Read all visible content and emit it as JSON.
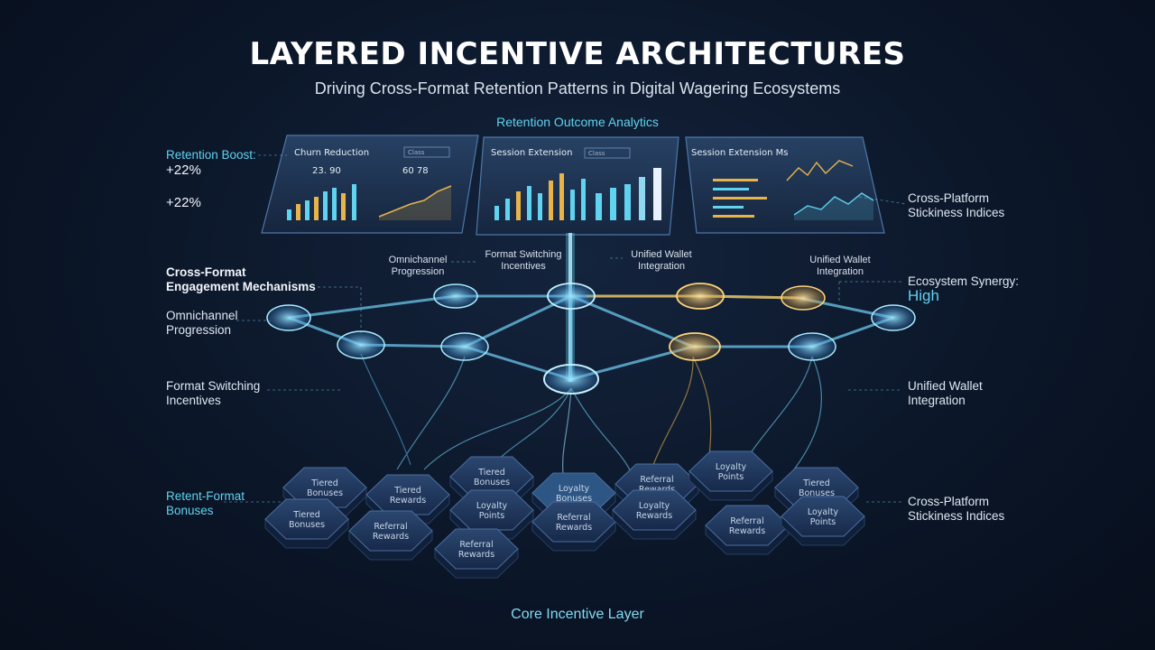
{
  "header": {
    "title": "LAYERED INCENTIVE ARCHITECTURES",
    "subtitle": "Driving Cross-Format Retention Patterns in Digital Wagering Ecosystems"
  },
  "analytics": {
    "title": "Retention Outcome Analytics",
    "panels": [
      {
        "title": "Churn Reduction",
        "button": "Class",
        "stats": [
          "23. 90",
          "60 78"
        ]
      },
      {
        "title": "Session Extension",
        "button": "Class"
      },
      {
        "title": "Session Extension Ms"
      }
    ]
  },
  "left": {
    "retention_boost_label": "Retention Boost:",
    "retention_boost_value": "+22%",
    "secondary_value": "+22%",
    "cross_format_line1": "Cross-Format",
    "cross_format_line2": "Engagement Mechanisms",
    "omnichannel_line1": "Omnichannel",
    "omnichannel_line2": "Progression",
    "format_switching_line1": "Format Switching",
    "format_switching_line2": "Incentives",
    "retent_format_line1": "Retent-Format",
    "retent_format_line2": "Bonuses"
  },
  "right": {
    "stickiness_top_line1": "Cross-Platform",
    "stickiness_top_line2": "Stickiness Indices",
    "synergy_label": "Ecosystem Synergy:",
    "synergy_value": "High",
    "wallet_line1": "Unified Wallet",
    "wallet_line2": "Integration",
    "stickiness_bottom_line1": "Cross-Platform",
    "stickiness_bottom_line2": "Stickiness Indices"
  },
  "network_labels": {
    "omni_line1": "Omnichannel",
    "omni_line2": "Progression",
    "switch_line1": "Format Switching",
    "switch_line2": "Incentives",
    "wallet1_line1": "Unified Wallet",
    "wallet1_line2": "Integration",
    "wallet2_line1": "Unified Wallet",
    "wallet2_line2": "Integration"
  },
  "hexes": [
    {
      "line1": "Tiered",
      "line2": "Bonuses"
    },
    {
      "line1": "Tiered",
      "line2": "Rewards"
    },
    {
      "line1": "Tiered",
      "line2": "Bonuses"
    },
    {
      "line1": "Loyalty",
      "line2": "Bonuses"
    },
    {
      "line1": "Referral",
      "line2": "Rewards"
    },
    {
      "line1": "Loyalty",
      "line2": "Points"
    },
    {
      "line1": "Tiered",
      "line2": "Bonuses"
    },
    {
      "line1": "Tiered",
      "line2": "Bonuses"
    },
    {
      "line1": "Referral",
      "line2": "Rewards"
    },
    {
      "line1": "Loyalty",
      "line2": "Points"
    },
    {
      "line1": "Referral",
      "line2": "Rewards"
    },
    {
      "line1": "Loyalty",
      "line2": "Rewards"
    },
    {
      "line1": "Referral",
      "line2": "Rewards"
    },
    {
      "line1": "Loyalty",
      "line2": "Points"
    },
    {
      "line1": "Referral",
      "line2": "Rewards"
    }
  ],
  "footer": {
    "label": "Core Incentive Layer"
  },
  "colors": {
    "cyan": "#5fd3f0",
    "gold": "#e8b44a",
    "navy": "#0b1628",
    "hex_fill": "#1e3559"
  }
}
